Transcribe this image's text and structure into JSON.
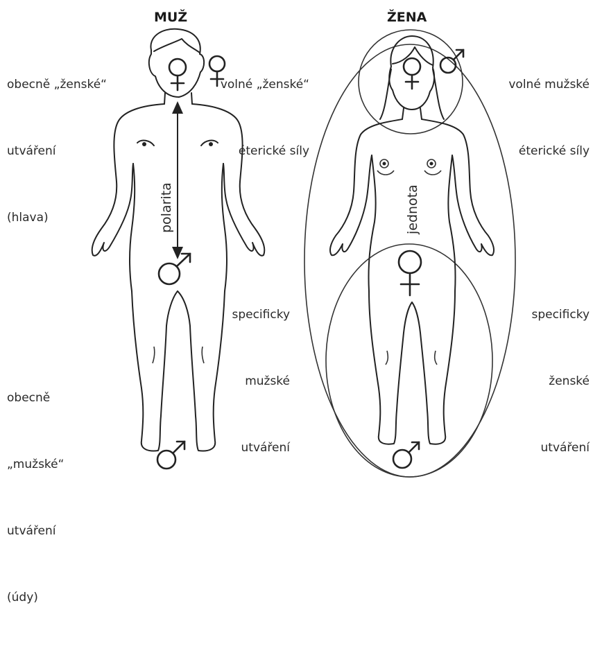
{
  "male": {
    "title": "MUŽ",
    "head_label": [
      "obecně „ženské“",
      "utváření",
      "(hlava)"
    ],
    "free_forces_label": [
      "volné „ženské“",
      "éterické síly"
    ],
    "specific_label": [
      "specificky",
      "mužské",
      "utváření"
    ],
    "limbs_label": [
      "obecně",
      "„mužské“",
      "utváření",
      "(údy)"
    ],
    "axis_label": "polarita"
  },
  "female": {
    "title": "ŽENA",
    "free_forces_label": [
      "volné mužské",
      "éterické síly"
    ],
    "specific_label": [
      "specificky",
      "ženské",
      "utváření"
    ],
    "axis_label": "jednota"
  }
}
